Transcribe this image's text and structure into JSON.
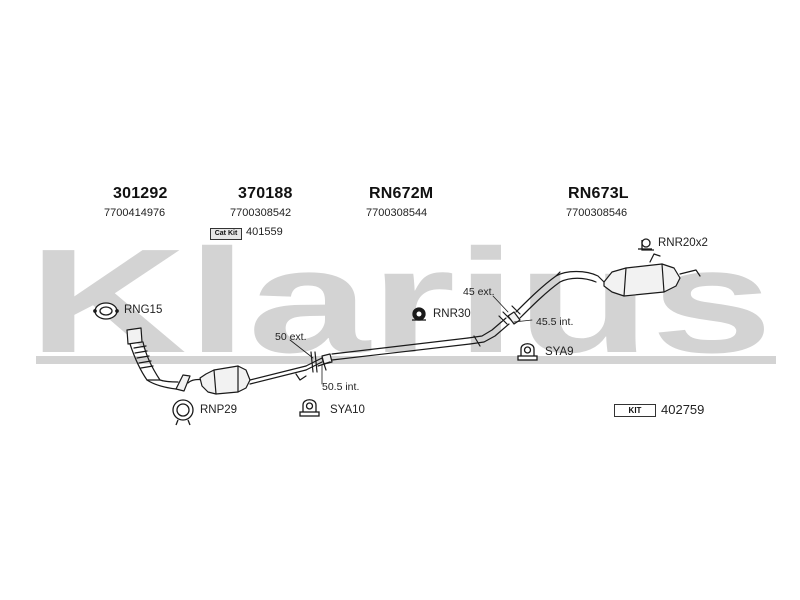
{
  "watermark": {
    "text": "Klarius",
    "color": "#d3d3d3"
  },
  "parts": [
    {
      "part_number": "301292",
      "oem_number": "7700414976"
    },
    {
      "part_number": "370188",
      "oem_number": "7700308542"
    },
    {
      "part_number": "RN672M",
      "oem_number": "7700308544"
    },
    {
      "part_number": "RN673L",
      "oem_number": "7700308546"
    }
  ],
  "cat_kit": {
    "badge": "Cat Kit",
    "number": "401559"
  },
  "fitting_kit": {
    "badge": "KIT",
    "number": "402759"
  },
  "fittings": {
    "rng15": "RNG15",
    "rnp29": "RNP29",
    "sya10": "SYA10",
    "rnr30": "RNR30",
    "sya9": "SYA9",
    "rnr20": "RNR20x2"
  },
  "measurements": {
    "ext_50": "50 ext.",
    "int_50_5": "50.5 int.",
    "ext_45": "45 ext.",
    "int_45_5": "45.5 int."
  },
  "colors": {
    "line": "#1a1a1a",
    "watermark": "#d3d3d3",
    "metal_fill": "#f2f2f2"
  }
}
